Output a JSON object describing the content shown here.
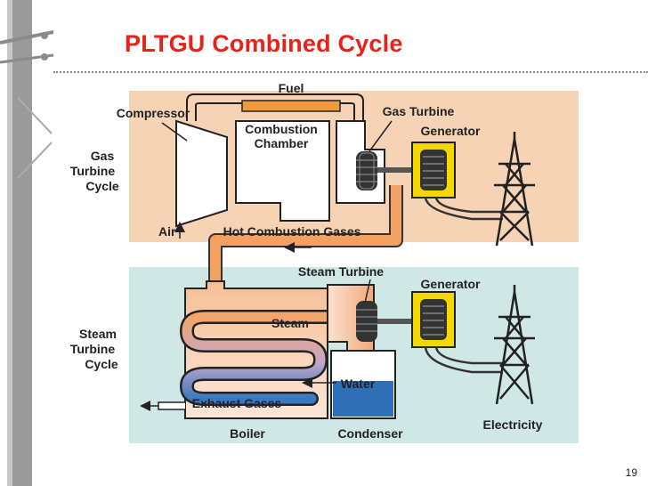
{
  "slide": {
    "title": "PLTGU Combined Cycle",
    "page_number": "19"
  },
  "diagram": {
    "gas_section": {
      "label_line1": "Gas",
      "label_line2": "Turbine",
      "label_line3": "Cycle",
      "color": "#f6d3b4"
    },
    "steam_section": {
      "label_line1": "Steam",
      "label_line2": "Turbine",
      "label_line3": "Cycle",
      "color": "#cfe8e6"
    },
    "labels": {
      "fuel": "Fuel",
      "compressor": "Compressor",
      "combustion_line1": "Combustion",
      "combustion_line2": "Chamber",
      "gas_turbine": "Gas Turbine",
      "generator_top": "Generator",
      "air": "Air",
      "hot_gases": "Hot Combustion Gases",
      "steam_turbine": "Steam Turbine",
      "generator_bottom": "Generator",
      "steam": "Steam",
      "water": "Water",
      "exhaust": "Exhaust Gases",
      "boiler": "Boiler",
      "condenser": "Condenser",
      "electricity": "Electricity"
    },
    "colors": {
      "title_red": "#e8211b",
      "fuel_orange": "#f29a3a",
      "generator_yellow": "#f5d800",
      "condenser_blue": "#2f6fb5"
    },
    "icons": [
      "power-tower-icon",
      "generator-icon",
      "turbine-icon",
      "flow-arrow-icon"
    ]
  }
}
